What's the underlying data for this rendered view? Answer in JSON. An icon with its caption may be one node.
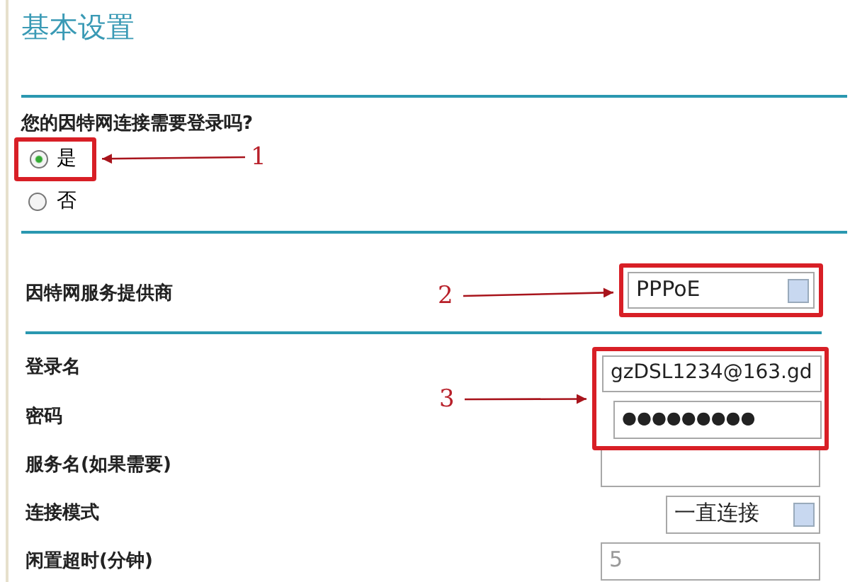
{
  "diagram": {
    "title": "基本设置",
    "nodes": [
      {
        "text": [
          "1"
        ]
      },
      {
        "text": [
          "是"
        ]
      },
      {
        "text": [
          "2"
        ]
      },
      {
        "text": [
          "PPPoE"
        ]
      },
      {
        "text": [
          "3"
        ]
      },
      {
        "text": [
          "gzDSL1234@163.gd",
          "●●●●●●●●●"
        ]
      }
    ],
    "edges": [
      {
        "from": 0,
        "to": 1,
        "arrow": "to"
      },
      {
        "from": 2,
        "to": 3,
        "arrow": "to"
      },
      {
        "from": 4,
        "to": 5,
        "arrow": "to"
      }
    ],
    "labels": [
      "您的因特网连接需要登录吗?",
      "否",
      "因特网服务提供商",
      "登录名",
      "密码",
      "服务名(如果需要)",
      "连接模式",
      "一直连接",
      "闲置超时(分钟)",
      "5"
    ]
  }
}
